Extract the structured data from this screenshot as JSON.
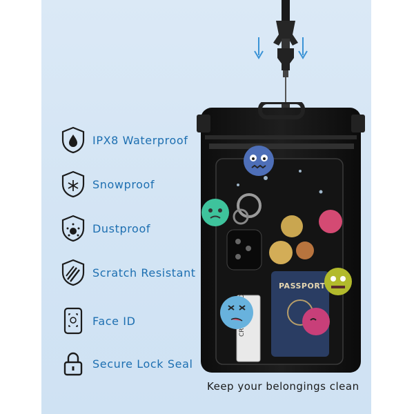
{
  "features": [
    {
      "label": "IPX8 Waterproof",
      "icon": "water-drop-shield-icon"
    },
    {
      "label": "Snowproof",
      "icon": "snowflake-shield-icon"
    },
    {
      "label": "Dustproof",
      "icon": "dust-shield-icon"
    },
    {
      "label": "Scratch Resistant",
      "icon": "scratch-shield-icon"
    },
    {
      "label": "Face ID",
      "icon": "face-id-phone-icon"
    },
    {
      "label": "Secure Lock Seal",
      "icon": "padlock-icon"
    }
  ],
  "caption": "Keep your belongings clean",
  "product_labels": {
    "passport": "PASSPORT",
    "card": "CREDIT CARD"
  },
  "colors": {
    "accent": "#1d6fb1",
    "background_panel": "#d6e6f5",
    "pouch": "#111111",
    "arrow": "#3a93d6"
  }
}
